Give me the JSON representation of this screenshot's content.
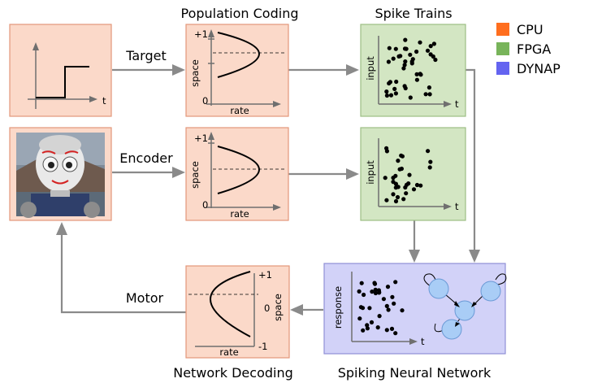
{
  "titles": {
    "population_coding": "Population Coding",
    "spike_trains": "Spike Trains",
    "network_decoding": "Network Decoding",
    "spiking_neural_network": "Spiking Neural Network"
  },
  "legend": [
    {
      "label": "CPU",
      "color": "#ff6e1e"
    },
    {
      "label": "FPGA",
      "color": "#78b45a"
    },
    {
      "label": "DYNAP",
      "color": "#6464f0"
    }
  ],
  "arrows": {
    "target": "Target",
    "encoder": "Encoder",
    "motor": "Motor"
  },
  "step_plot": {
    "xlabel": "t"
  },
  "coding_plot": {
    "ymax": "+1",
    "ymin": "0",
    "ylabel": "space",
    "xlabel": "rate"
  },
  "coding_plot_2": {
    "ymax": "+1",
    "ymin": "0",
    "ylabel": "space",
    "xlabel": "rate"
  },
  "spike_plot": {
    "ylabel": "input",
    "xlabel": "t"
  },
  "spike_plot_2": {
    "ylabel": "input",
    "xlabel": "t"
  },
  "snn_plot": {
    "ylabel": "response",
    "xlabel": "t"
  },
  "decode_plot": {
    "ymax": "+1",
    "ymid": "0",
    "ymin": "-1",
    "ylabel": "space",
    "xlabel": "rate"
  },
  "colors": {
    "cpu_fill": "#fbd9c9",
    "fpga_fill": "#d3e6c3",
    "dynap_fill": "#d2d2f8",
    "arrow": "#8a8a8a"
  },
  "icons": {
    "robot": "robot-face-image",
    "neurons": "neuron-cluster-icon"
  }
}
